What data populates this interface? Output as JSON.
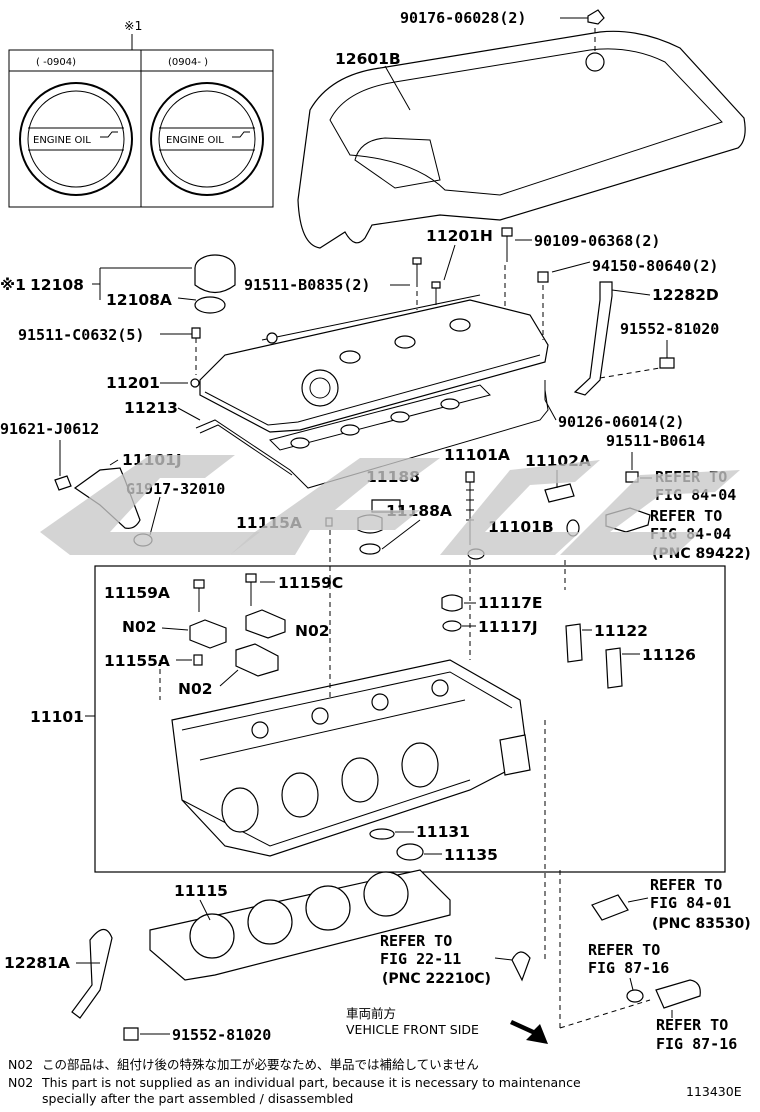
{
  "inset": {
    "marker": "※1",
    "left_header": "(     -0904)",
    "right_header": "(0904-       )",
    "left_cap_text": "ENGINE OIL",
    "right_cap_text": "ENGINE OIL"
  },
  "labels": {
    "p90176": "90176-06028(2)",
    "p12601B": "12601B",
    "p11201H": "11201H",
    "p90109": "90109-06368(2)",
    "p94150": "94150-80640(2)",
    "p12108_marker": "※1",
    "p12108": "12108",
    "p12108A": "12108A",
    "p91511B0835": "91511-B0835(2)",
    "p12282D": "12282D",
    "p91511C0632": "91511-C0632(5)",
    "p91552a": "91552-81020",
    "p11201": "11201",
    "p11213": "11213",
    "p90126": "90126-06014(2)",
    "p91621": "91621-J0612",
    "p91511B0614": "91511-B0614",
    "p11101J": "11101J",
    "pG1917": "G1917-32010",
    "p11101A": "11101A",
    "p11102A": "11102A",
    "p11188": "11188",
    "p11188A": "11188A",
    "p11115A": "11115A",
    "p11101B": "11101B",
    "ref1_line1": "REFER TO",
    "ref1_line2": "FIG 84-04",
    "ref2_line1": "REFER TO",
    "ref2_line2": "FIG 84-04",
    "ref2_pnc": "(PNC 89422)",
    "p11159A": "11159A",
    "p11159C": "11159C",
    "p11117E": "11117E",
    "p11117J": "11117J",
    "p11122": "11122",
    "p11126": "11126",
    "n02_a": "N02",
    "n02_b": "N02",
    "n02_c": "N02",
    "p11155A": "11155A",
    "p11101": "11101",
    "p11131": "11131",
    "p11135": "11135",
    "ref3_line1": "REFER TO",
    "ref3_line2": "FIG 84-01",
    "ref3_pnc": "(PNC 83530)",
    "p11115": "11115",
    "ref4_line1": "REFER TO",
    "ref4_line2": "FIG 22-11",
    "ref4_pnc": "(PNC 22210C)",
    "ref5_line1": "REFER TO",
    "ref5_line2": "FIG 87-16",
    "p12281A": "12281A",
    "p91552b": "91552-81020",
    "front_jp": "車両前方",
    "front_en": "VEHICLE FRONT SIDE",
    "ref6_line1": "REFER TO",
    "ref6_line2": "FIG 87-16"
  },
  "footnotes": {
    "jp_code": "N02",
    "jp_text": "この部品は、組付け後の特殊な加工が必要なため、単品では補給していません",
    "en_code": "N02",
    "en_text_1": "This part is not supplied as an individual part, because it is necessary to maintenance",
    "en_text_2": "specially after the part assembled / disassembled",
    "figure_id": "113430E"
  }
}
